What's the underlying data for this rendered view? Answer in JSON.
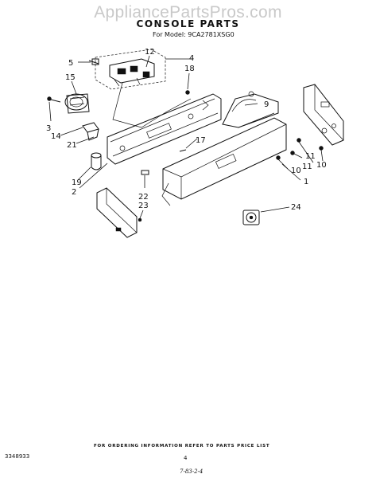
{
  "watermark": "AppliancePartsPros.com",
  "title": "CONSOLE PARTS",
  "model_line": "For Model: 9CA2781XSG0",
  "callouts": {
    "c1": "1",
    "c2": "2",
    "c3": "3",
    "c4": "4",
    "c5": "5",
    "c9": "9",
    "c10a": "10",
    "c10b": "10",
    "c11a": "11",
    "c11b": "11",
    "c12": "12",
    "c14": "14",
    "c15": "15",
    "c17": "17",
    "c18": "18",
    "c19": "19",
    "c21": "21",
    "c22": "22",
    "c23": "23",
    "c24": "24"
  },
  "footer": {
    "note": "FOR ORDERING INFORMATION REFER TO PARTS PRICE LIST",
    "doc_number": "3348933",
    "page": "4",
    "revision": "7-83-2-4"
  }
}
